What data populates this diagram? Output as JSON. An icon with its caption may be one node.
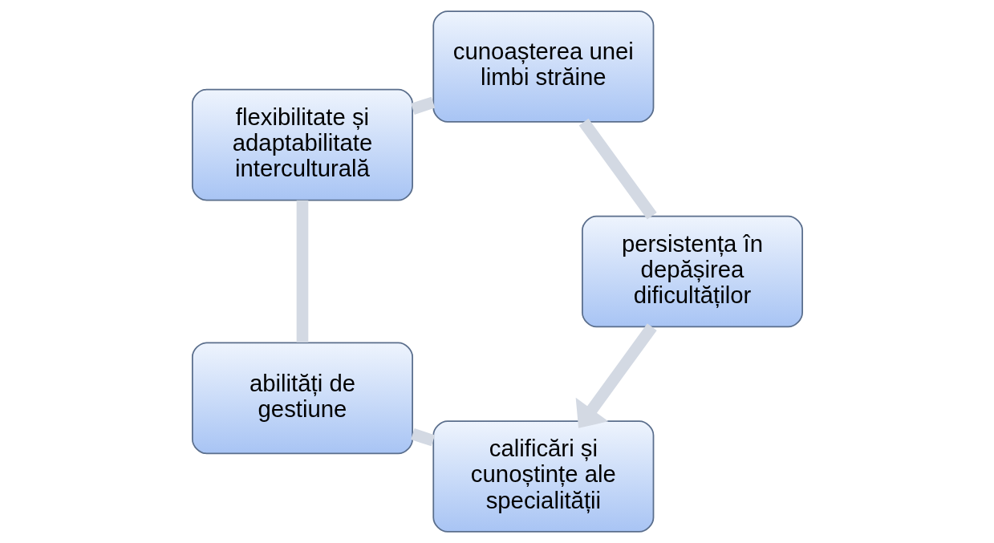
{
  "diagram": {
    "nodes": [
      {
        "text": [
          "calificări și cunoștințe ale specialității"
        ]
      },
      {
        "text": [
          "abilități de gestiune"
        ]
      },
      {
        "text": [
          "flexibilitate și adaptabilitate interculturală"
        ]
      },
      {
        "text": [
          "cunoașterea unei limbi străine"
        ]
      },
      {
        "text": [
          "persistența în depășirea dificultăților"
        ]
      }
    ],
    "edges": [
      {
        "from": 0,
        "to": 1,
        "arrow": "none"
      },
      {
        "from": 1,
        "to": 2,
        "arrow": "none"
      },
      {
        "from": 2,
        "to": 3,
        "arrow": "none"
      },
      {
        "from": 3,
        "to": 4,
        "arrow": "none"
      },
      {
        "from": 4,
        "to": 0,
        "arrow": "to"
      }
    ]
  }
}
